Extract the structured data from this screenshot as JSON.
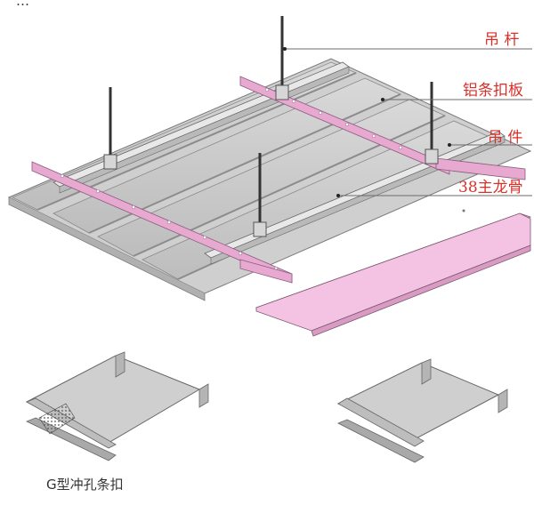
{
  "diagram": {
    "title_partial": "…",
    "labels": {
      "hanger_rod": "吊 杆",
      "strip_panel": "铝条扣板",
      "hanger": "吊 件",
      "main_keel": "38主龙骨"
    },
    "caption": "G型冲孔条扣"
  },
  "colors": {
    "callout_text": "#d9302a",
    "leader_line": "#6b6b6b",
    "panel_gray": "#c8c8c8",
    "panel_gray_dark": "#9a9a9a",
    "pink_carrier": "#e7a9d0",
    "pink_panel": "#f1b6dc",
    "rod": "#333333"
  }
}
